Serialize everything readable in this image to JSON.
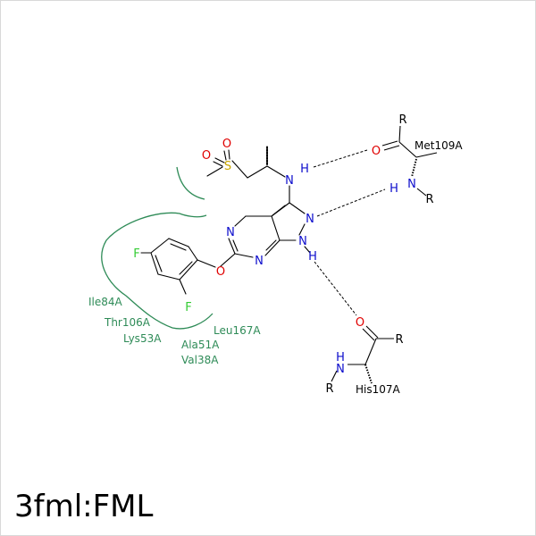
{
  "caption": "3fml:FML",
  "colors": {
    "bond": "#000000",
    "nitrogen": "#0d0dcc",
    "oxygen": "#e00000",
    "sulfur": "#c9a600",
    "fluorine": "#33cc33",
    "residue": "#2e8b57",
    "hbond": "#000000"
  },
  "atoms": {
    "sulfonyl_O1": "O",
    "sulfonyl_O2": "O",
    "sulfur": "S",
    "amine_N": "N",
    "amine_H": "H",
    "pyrazole_N2": "N",
    "pyrazole_N1": "N",
    "pyrazole_NH": "H",
    "pyrimidine_N_top": "N",
    "pyrimidine_N_bottom": "N",
    "ether_O": "O",
    "fluorine_1": "F",
    "fluorine_2": "F",
    "met_O": "O",
    "met_N": "N",
    "met_H": "H",
    "met_R1": "R",
    "met_R2": "R",
    "his_O": "O",
    "his_N": "N",
    "his_H": "H",
    "his_R1": "R",
    "his_R2": "R"
  },
  "residues": {
    "met": "Met109A",
    "his": "His107A",
    "ile": "Ile84A",
    "thr": "Thr106A",
    "lys": "Lys53A",
    "leu": "Leu167A",
    "ala": "Ala51A",
    "val": "Val38A"
  }
}
